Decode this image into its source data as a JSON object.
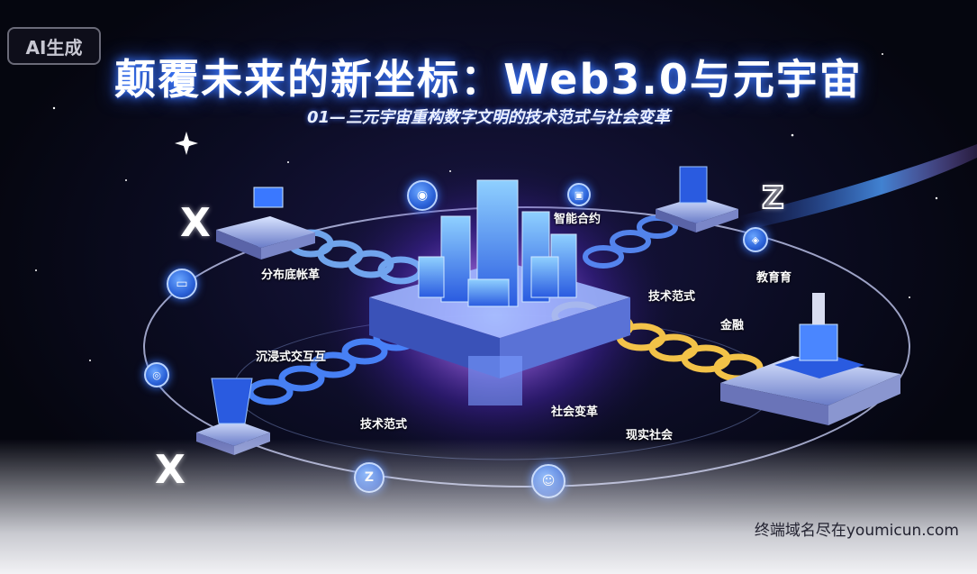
{
  "badge": "AI生成",
  "title": "颠覆未来的新坐标：Web3.0与元宇宙",
  "subtitle": "01—三元宇宙重构数字文明的技术范式与社会变革",
  "labels": {
    "smart_contract": "智能合约",
    "distributed_ledger": "分布底帐革",
    "tech_paradigm_right": "技术范式",
    "education": "教育育",
    "finance": "金融",
    "immersive": "沉浸式交互互",
    "tech_paradigm_bottom": "技术范式",
    "social_change": "社会变革",
    "real_society": "现实社会"
  },
  "glyphs": {
    "x_left": "X",
    "x_bottom": "X",
    "z_right": "Z",
    "z_icon": "Z"
  },
  "icons": [
    "monitor-icon",
    "lock-icon",
    "coin-icon",
    "chip-icon",
    "shield-icon",
    "z-icon",
    "face-icon"
  ],
  "watermark": "终端域名尽在youmicun.com",
  "colors": {
    "accent": "#3a78ff",
    "gold": "#ffcc4a",
    "purple": "#a45cff"
  }
}
